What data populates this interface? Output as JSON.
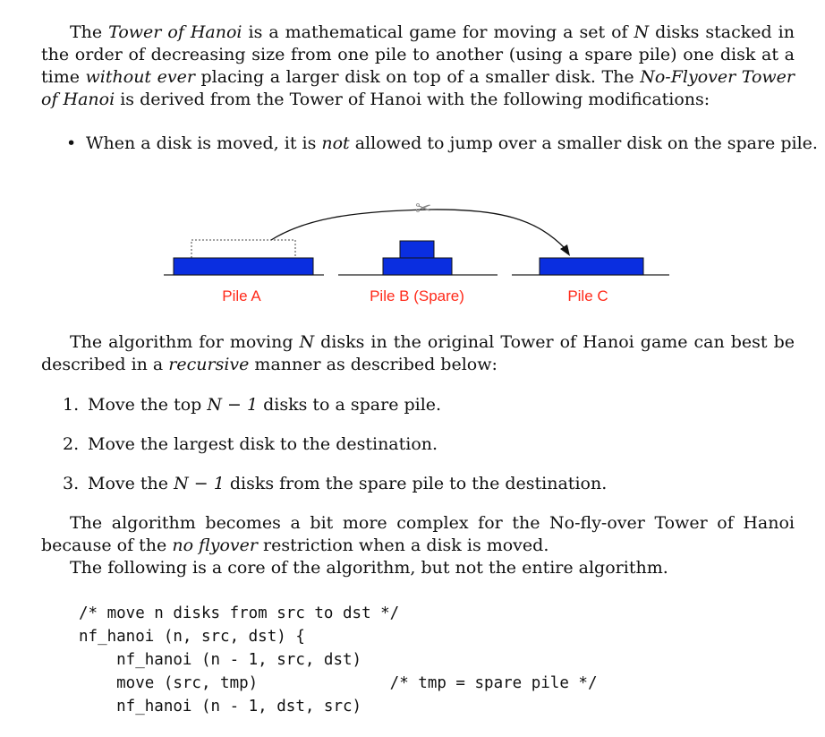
{
  "intro": {
    "p1": "The Tower of Hanoi is a mathematical game for moving a set of N disks stacked in the order of decreasing size from one pile to another (using a spare pile) one disk at a time without ever placing a larger disk on top of a smaller disk. The No-Flyover Tower of Hanoi is derived from the Tower of Hanoi with the following modifications:",
    "p1_parts": {
      "a": "The ",
      "tower": "Tower of Hanoi",
      "b": " is a mathematical game for moving a set of ",
      "n": "N",
      "c": " disks stacked in the order of decreasing size from one pile to another (using a spare pile) one disk at a time ",
      "without": "without ever",
      "d": " placing a larger disk on top of a smaller disk. The ",
      "noflyover": "No-Flyover Tower of Hanoi",
      "e": " is derived from the Tower of Hanoi with the following modifications:"
    }
  },
  "bullet": {
    "dot": "•",
    "a": "When a disk is moved, it is ",
    "not": "not",
    "b": " allowed to jump over a smaller disk on the spare pile."
  },
  "figure": {
    "labels": [
      "Pile A",
      "Pile B (Spare)",
      "Pile C"
    ],
    "disk_color": "#0a2ee0",
    "label_color": "#ff2a1a",
    "scissors_icon": "✂",
    "piles": [
      {
        "name": "Pile A",
        "disks": 1,
        "ghost_disk": true
      },
      {
        "name": "Pile B (Spare)",
        "disks": 2
      },
      {
        "name": "Pile C",
        "disks": 1
      }
    ]
  },
  "recursion": {
    "a": "The algorithm for moving ",
    "n": "N",
    "b": " disks in the original Tower of Hanoi game can best be described in a ",
    "recursive": "recursive",
    "c": " manner as described below:"
  },
  "steps": [
    {
      "num": "1.",
      "a": "Move the top ",
      "math": "N − 1",
      "b": " disks to a spare pile."
    },
    {
      "num": "2.",
      "a": "Move the largest disk to the destination.",
      "math": "",
      "b": ""
    },
    {
      "num": "3.",
      "a": "Move the ",
      "math": "N − 1",
      "b": " disks from the spare pile to the destination."
    }
  ],
  "complex": {
    "a": "The algorithm becomes a bit more complex for the No-fly-over Tower of Hanoi because of the ",
    "noflyover": "no flyover",
    "b": " restriction when a disk is moved."
  },
  "core_line": "The following is a core of the algorithm, but not the entire algorithm.",
  "code": [
    "/* move n disks from src to dst */",
    "nf_hanoi (n, src, dst) {",
    "    nf_hanoi (n - 1, src, dst)",
    "    move (src, tmp)              /* tmp = spare pile */",
    "    nf_hanoi (n - 1, dst, src)"
  ]
}
